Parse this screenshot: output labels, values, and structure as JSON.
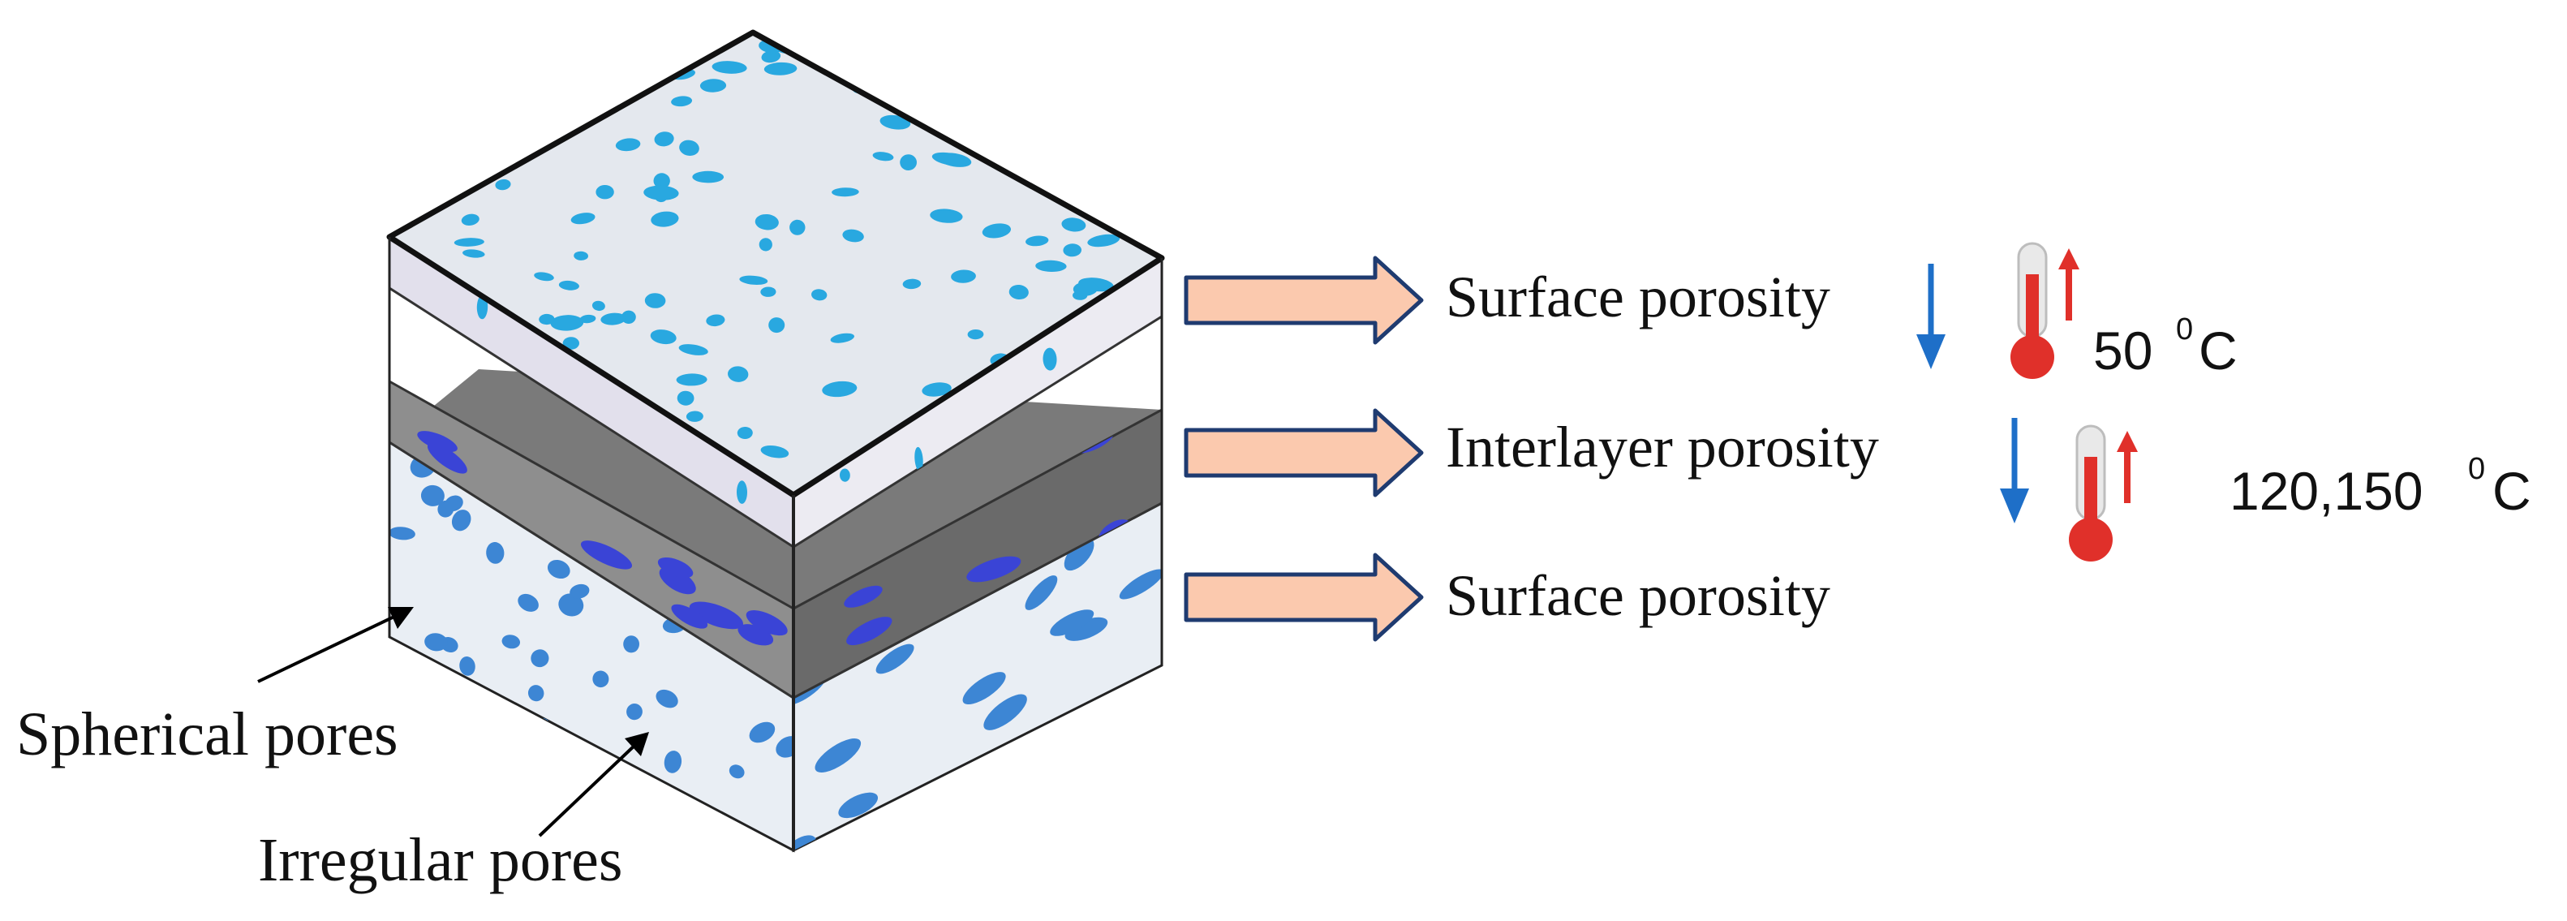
{
  "labels": {
    "spherical": "Spherical pores",
    "irregular": "Irregular pores",
    "row1": "Surface porosity",
    "row2": "Interlayer porosity",
    "row3": "Surface porosity"
  },
  "temps": {
    "t1_value": "50",
    "t1_sup": "0",
    "t1_unit": "C",
    "t2_value": "120,150",
    "t2_sup": "0",
    "t2_unit": "C"
  },
  "colors": {
    "pore_light": "#29a8e0",
    "pore_dark": "#3a44d6",
    "pore_mid": "#3d86d4",
    "top_face": "#e4e8ee",
    "front_face": "#e9eef4",
    "grey_layer": "#6e6e6e",
    "arrow_fill": "#fbc9ae",
    "arrow_stroke": "#1f3b70",
    "down_arrow": "#1e6fc8",
    "thermo_red": "#e0302a"
  },
  "icons": {
    "thermometer": "thermometer-hot-icon",
    "down": "arrow-down-icon",
    "block_arrow": "block-arrow-right-icon"
  }
}
